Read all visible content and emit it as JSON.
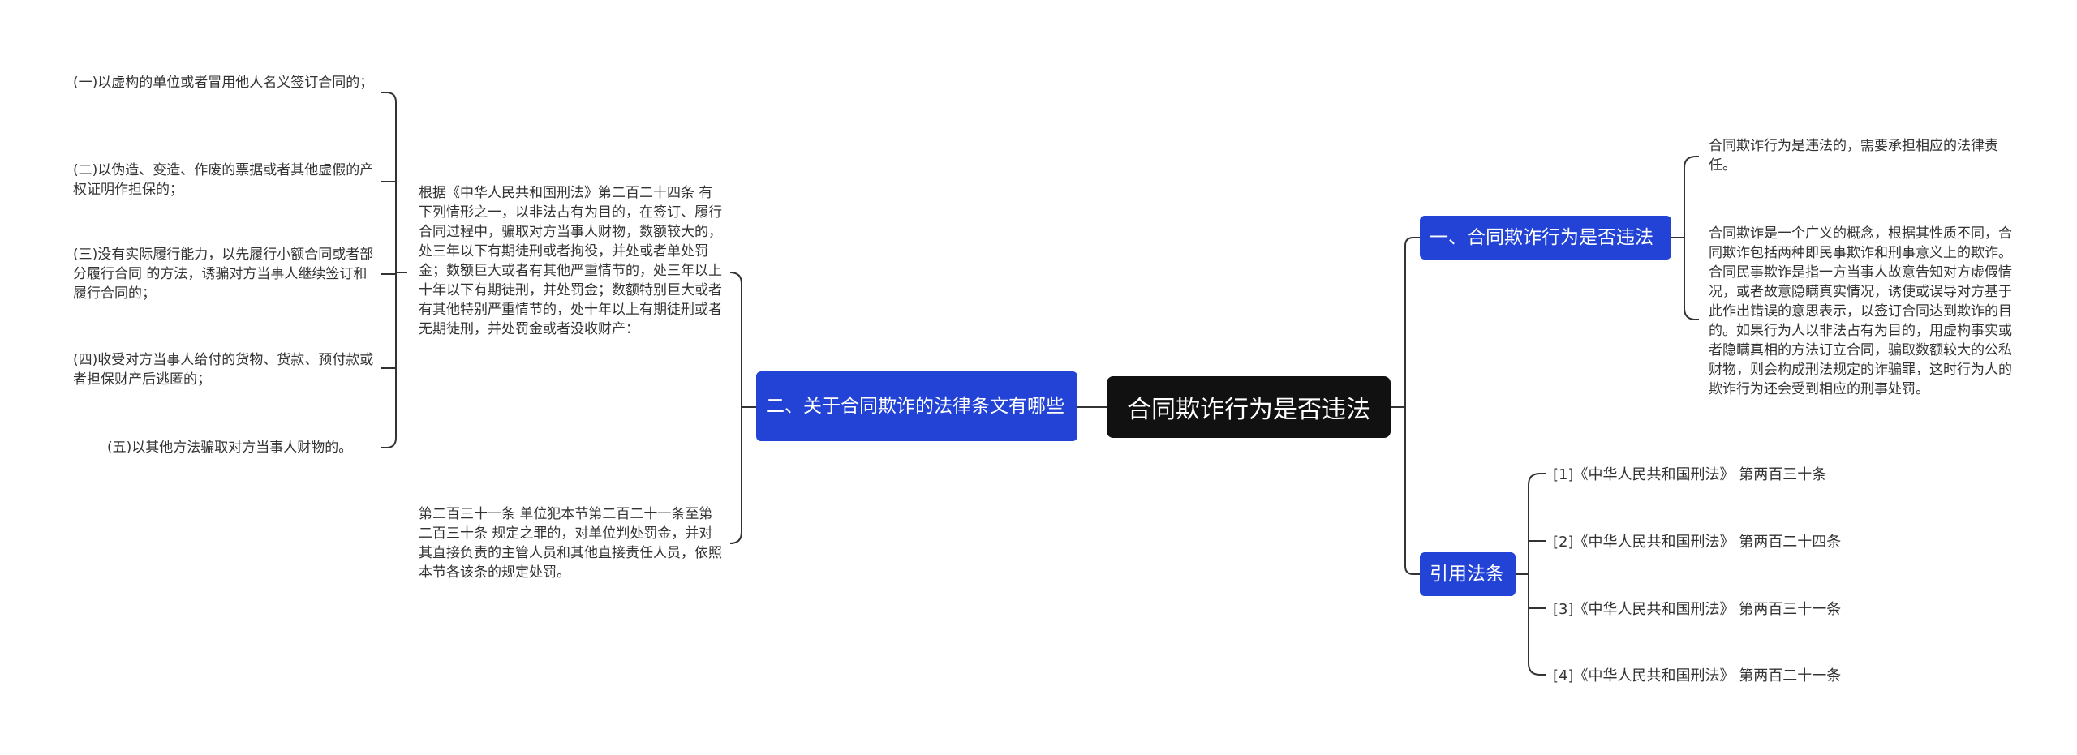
{
  "root": {
    "label": "合同欺诈行为是否违法"
  },
  "branch1": {
    "label": "一、合同欺诈行为是否违法",
    "children": [
      "合同欺诈行为是违法的，需要承担相应的法律责任。",
      "合同欺诈是一个广义的概念，根据其性质不同，合同欺诈包括两种即民事欺诈和刑事意义上的欺诈。合同民事欺诈是指一方当事人故意告知对方虚假情况，或者故意隐瞒真实情况，诱使或误导对方基于此作出错误的意思表示，以签订合同达到欺诈的目的。如果行为人以非法占有为目的，用虚构事实或者隐瞒真相的方法订立合同，骗取数额较大的公私财物，则会构成刑法规定的诈骗罪，这时行为人的欺诈行为还会受到相应的刑事处罚。"
    ]
  },
  "branch2": {
    "label": "二、关于合同欺诈的法律条文有哪些",
    "children": [
      {
        "text": "根据《中华人民共和国刑法》第二百二十四条 有下列情形之一，以非法占有为目的，在签订、履行合同过程中，骗取对方当事人财物，数额较大的，处三年以下有期徒刑或者拘役，并处或者单处罚金；数额巨大或者有其他严重情节的，处三年以上十年以下有期徒刑，并处罚金；数额特别巨大或者有其他特别严重情节的，处十年以上有期徒刑或者无期徒刑，并处罚金或者没收财产：",
        "children": [
          "(一)以虚构的单位或者冒用他人名义签订合同的；",
          "(二)以伪造、变造、作废的票据或者其他虚假的产权证明作担保的；",
          "(三)没有实际履行能力，以先履行小额合同或者部分履行合同 的方法，诱骗对方当事人继续签订和履行合同的；",
          "(四)收受对方当事人给付的货物、货款、预付款或者担保财产后逃匿的；",
          "(五)以其他方法骗取对方当事人财物的。"
        ]
      },
      {
        "text": "第二百三十一条 单位犯本节第二百二十一条至第二百三十条 规定之罪的，对单位判处罚金，并对其直接负责的主管人员和其他直接责任人员，依照本节各该条的规定处罚。"
      }
    ]
  },
  "branch3": {
    "label": "引用法条",
    "children": [
      "[1]《中华人民共和国刑法》 第两百三十条",
      "[2]《中华人民共和国刑法》 第两百二十四条",
      "[3]《中华人民共和国刑法》 第两百三十一条",
      "[4]《中华人民共和国刑法》 第两百二十一条"
    ]
  },
  "colors": {
    "root_bg": "#111111",
    "branch_bg": "#2243d6",
    "line": "#333333"
  }
}
